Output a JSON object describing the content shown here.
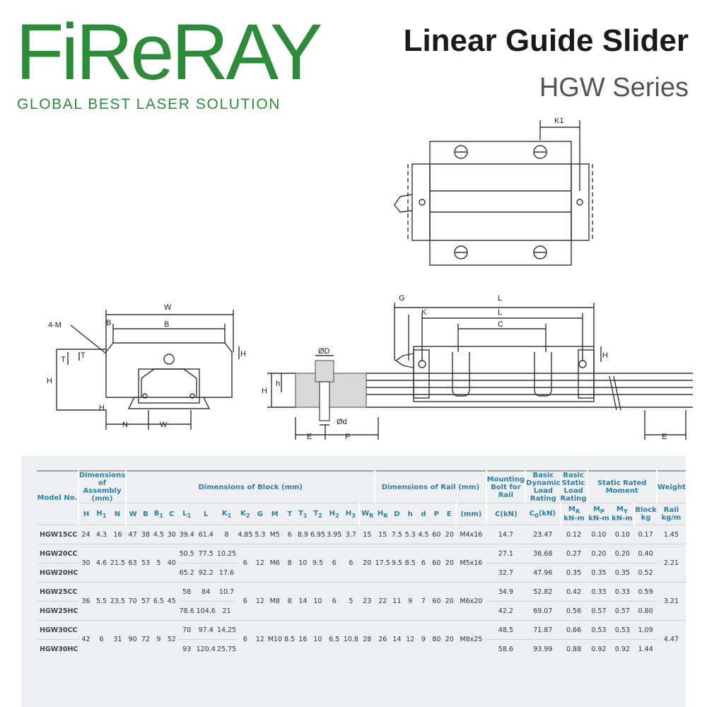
{
  "brand": {
    "logo_text": "FiReRAY",
    "tagline": "GLOBAL BEST LASER SOLUTION",
    "color": "#2e8b3a"
  },
  "header": {
    "title": "Linear Guide Slider",
    "subtitle": "HGW Series"
  },
  "drawing_labels": {
    "k1": "K1",
    "w": "W",
    "four_m": "4-M",
    "b1": "B",
    "b": "B",
    "t1": "T",
    "t": "T",
    "h2": "H",
    "h": "H",
    "h1": "H",
    "n": "N",
    "wr": "W",
    "g": "G",
    "l": "L",
    "k2": "K",
    "l1": "L",
    "c": "C",
    "h3": "H",
    "od_big": "ØD",
    "hr": "H",
    "h_small": "h",
    "od_small": "Ød",
    "e_left": "E",
    "p": "P",
    "e_right": "E"
  },
  "table": {
    "header_groups": {
      "model_no": "Model No.",
      "assembly": "Dimensions of Assembly (mm)",
      "block": "Dimensions of Block (mm)",
      "rail": "Dimensions of Rail (mm)",
      "mounting": "Mounting Bolt for Rail",
      "dynamic": "Basic Dynamic Load Rating",
      "static": "Basic Static Load Rating",
      "moment": "Static Rated Moment",
      "weight": "Weight"
    },
    "symbols": {
      "H": "H",
      "H1": "H",
      "N": "N",
      "W": "W",
      "B": "B",
      "B1": "B",
      "C": "C",
      "L1": "L",
      "L": "L",
      "K1": "K",
      "K2": "K",
      "G": "G",
      "M": "M",
      "T": "T",
      "T1": "T",
      "T2": "T",
      "H2": "H",
      "H3": "H",
      "WR": "W",
      "HR": "H",
      "D": "D",
      "h": "h",
      "d": "d",
      "P": "P",
      "E": "E",
      "mm": "(mm)",
      "C_kN": "C(kN)",
      "C0_kN": "C",
      "C0_unit": "(kN)",
      "MR": "M",
      "MP": "M",
      "MY": "M",
      "MR_unit": "kN-m",
      "MP_unit": "kN-m",
      "MY_unit": "kN-m",
      "block": "Block",
      "rail": "Rail",
      "block_unit": "kg",
      "rail_unit": "kg/m"
    },
    "rows": [
      {
        "model": "HGW15CC",
        "H": "24",
        "H1": "4.3",
        "N": "16",
        "W": "47",
        "B": "38",
        "B1": "4.5",
        "C": "30",
        "L1": "39.4",
        "L": "61.4",
        "K1": "8",
        "K2": "4.85",
        "G": "5.3",
        "M": "M5",
        "T": "6",
        "T1": "8.9",
        "T2": "6.95",
        "H2": "3.95",
        "H3": "3.7",
        "WR": "15",
        "HR": "15",
        "D": "7.5",
        "h": "5.3",
        "d": "4.5",
        "P": "60",
        "E": "20",
        "bolt": "M4x16",
        "Cdyn": "14.7",
        "C0": "23.47",
        "MR": "0.12",
        "MP": "0.10",
        "MY": "0.10",
        "block": "0.17",
        "rail": "1.45"
      },
      {
        "model": "HGW20CC",
        "H": "30",
        "H1": "4.6",
        "N": "21.5",
        "W": "63",
        "B": "53",
        "B1": "5",
        "C": "40",
        "L1": "50.5",
        "L": "77.5",
        "K1": "10.25",
        "K2": "6",
        "G": "12",
        "M": "M6",
        "T": "8",
        "T1": "10",
        "T2": "9.5",
        "H2": "6",
        "H3": "6",
        "WR": "20",
        "HR": "17.5",
        "D": "9.5",
        "h": "8.5",
        "d": "6",
        "P": "60",
        "E": "20",
        "bolt": "M5x16",
        "Cdyn": "27.1",
        "C0": "36.68",
        "MR": "0.27",
        "MP": "0.20",
        "MY": "0.20",
        "block": "0.40",
        "rail": "2.21"
      },
      {
        "model": "HGW20HC",
        "L1": "65.2",
        "L": "92.2",
        "K1": "17.6",
        "Cdyn": "32.7",
        "C0": "47.96",
        "MR": "0.35",
        "MP": "0.35",
        "MY": "0.35",
        "block": "0.52"
      },
      {
        "model": "HGW25CC",
        "H": "36",
        "H1": "5.5",
        "N": "23.5",
        "W": "70",
        "B": "57",
        "B1": "6.5",
        "C": "45",
        "L1": "58",
        "L": "84",
        "K1": "10.7",
        "K2": "6",
        "G": "12",
        "M": "M8",
        "T": "8",
        "T1": "14",
        "T2": "10",
        "H2": "6",
        "H3": "5",
        "WR": "23",
        "HR": "22",
        "D": "11",
        "h": "9",
        "d": "7",
        "P": "60",
        "E": "20",
        "bolt": "M6x20",
        "Cdyn": "34.9",
        "C0": "52.82",
        "MR": "0.42",
        "MP": "0.33",
        "MY": "0.33",
        "block": "0.59",
        "rail": "3.21"
      },
      {
        "model": "HGW25HC",
        "L1": "78.6",
        "L": "104.6",
        "K1": "21",
        "Cdyn": "42.2",
        "C0": "69.07",
        "MR": "0.56",
        "MP": "0.57",
        "MY": "0.57",
        "block": "0.80"
      },
      {
        "model": "HGW30CC",
        "H": "42",
        "H1": "6",
        "N": "31",
        "W": "90",
        "B": "72",
        "B1": "9",
        "C": "52",
        "L1": "70",
        "L": "97.4",
        "K1": "14.25",
        "K2": "6",
        "G": "12",
        "M": "M10",
        "T": "8.5",
        "T1": "16",
        "T2": "10",
        "H2": "6.5",
        "H3": "10.8",
        "WR": "28",
        "HR": "26",
        "D": "14",
        "h": "12",
        "d": "9",
        "P": "80",
        "E": "20",
        "bolt": "M8x25",
        "Cdyn": "48.5",
        "C0": "71.87",
        "MR": "0.66",
        "MP": "0.53",
        "MY": "0.53",
        "block": "1.09",
        "rail": "4.47"
      },
      {
        "model": "HGW30HC",
        "L1": "93",
        "L": "120.4",
        "K1": "25.75",
        "Cdyn": "58.6",
        "C0": "93.99",
        "MR": "0.88",
        "MP": "0.92",
        "MY": "0.92",
        "block": "1.44"
      }
    ]
  }
}
